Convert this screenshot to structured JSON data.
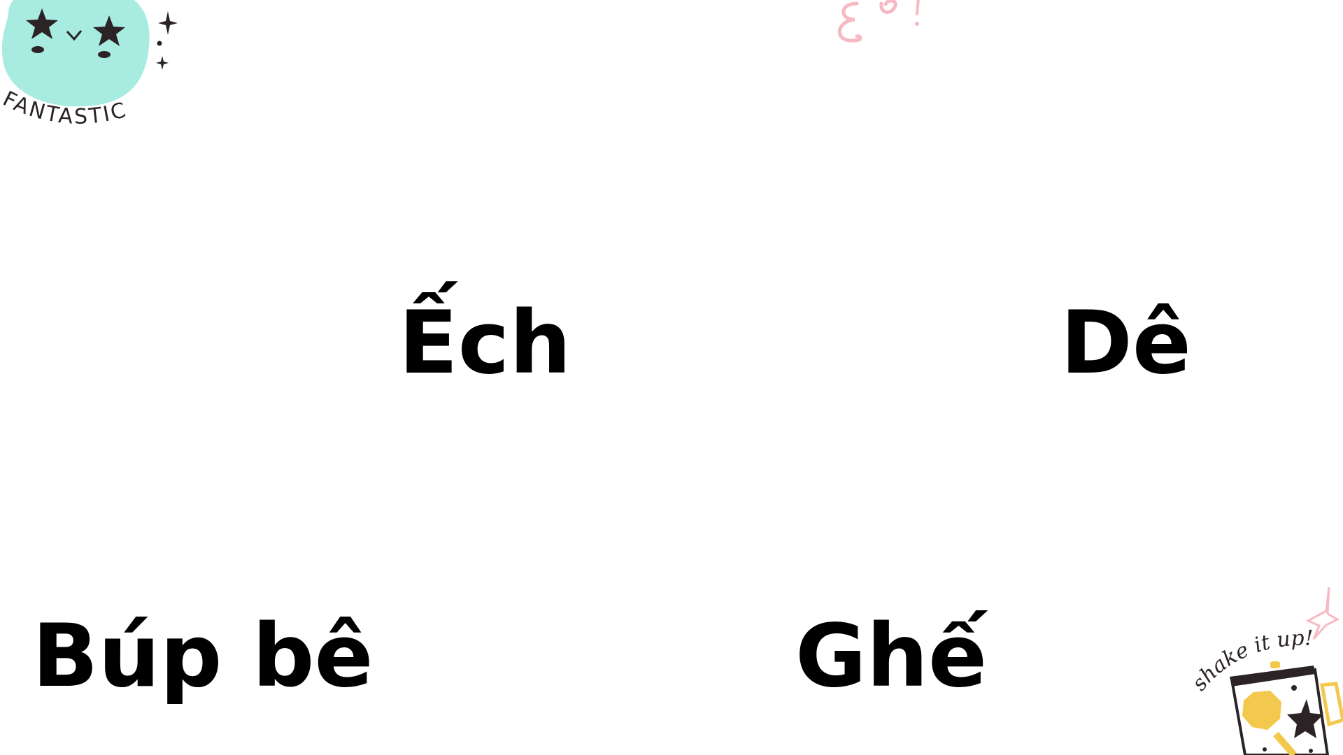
{
  "slide": {
    "words": {
      "ech": "Ếch",
      "de": "Dê",
      "bup_be": "Búp bê",
      "ghe": "Ghế"
    },
    "stickers": {
      "top_left": {
        "text": "FANTASTIC",
        "icon": "star-eyed-face-sticker",
        "color": "#a7ebe1"
      },
      "top_center": {
        "icon": "pink-swirl-doodle",
        "color": "#f7b9c2"
      },
      "bottom_right": {
        "text": "shake it up!",
        "icon": "shaker-jar-sticker",
        "accent": "#f2c94c"
      }
    }
  }
}
